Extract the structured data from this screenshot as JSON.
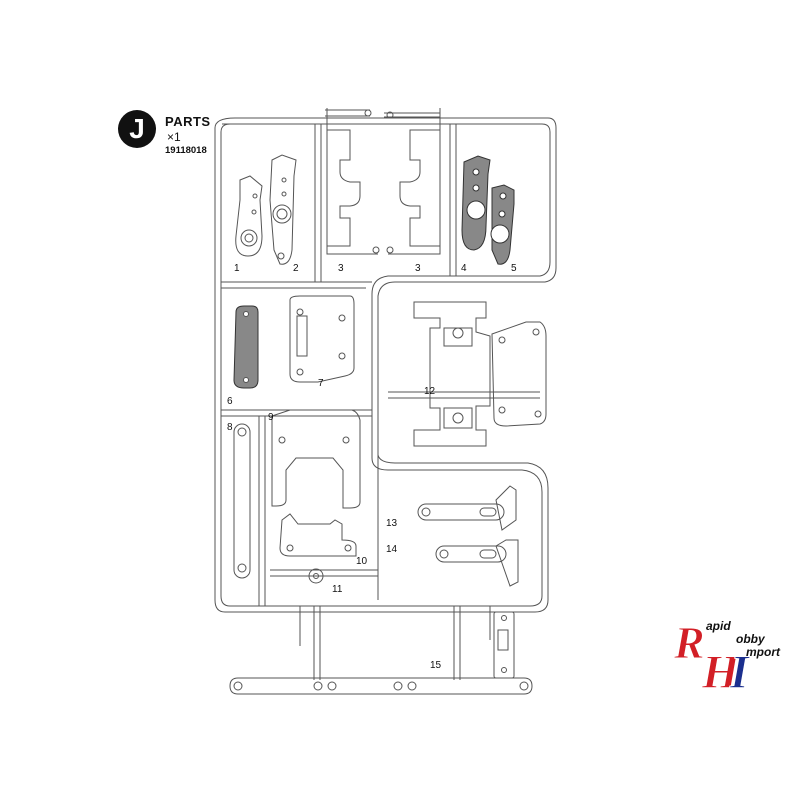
{
  "sheet": {
    "letter": "J",
    "title": "PARTS",
    "quantity": "×1",
    "code": "19118018"
  },
  "labels": [
    {
      "id": "p1",
      "text": "1"
    },
    {
      "id": "p2",
      "text": "2"
    },
    {
      "id": "p3a",
      "text": "3"
    },
    {
      "id": "p3b",
      "text": "3"
    },
    {
      "id": "p4",
      "text": "4"
    },
    {
      "id": "p5",
      "text": "5"
    },
    {
      "id": "p6",
      "text": "6"
    },
    {
      "id": "p7",
      "text": "7"
    },
    {
      "id": "p8",
      "text": "8"
    },
    {
      "id": "p9",
      "text": "9"
    },
    {
      "id": "p10",
      "text": "10"
    },
    {
      "id": "p11",
      "text": "11"
    },
    {
      "id": "p12",
      "text": "12"
    },
    {
      "id": "p13",
      "text": "13"
    },
    {
      "id": "p14",
      "text": "14"
    },
    {
      "id": "p15",
      "text": "15"
    }
  ],
  "logo": {
    "line1": "apid",
    "line2": "obby",
    "line3": "mport",
    "colors": {
      "red": "#d21f26",
      "blue": "#1b2f8e"
    }
  }
}
